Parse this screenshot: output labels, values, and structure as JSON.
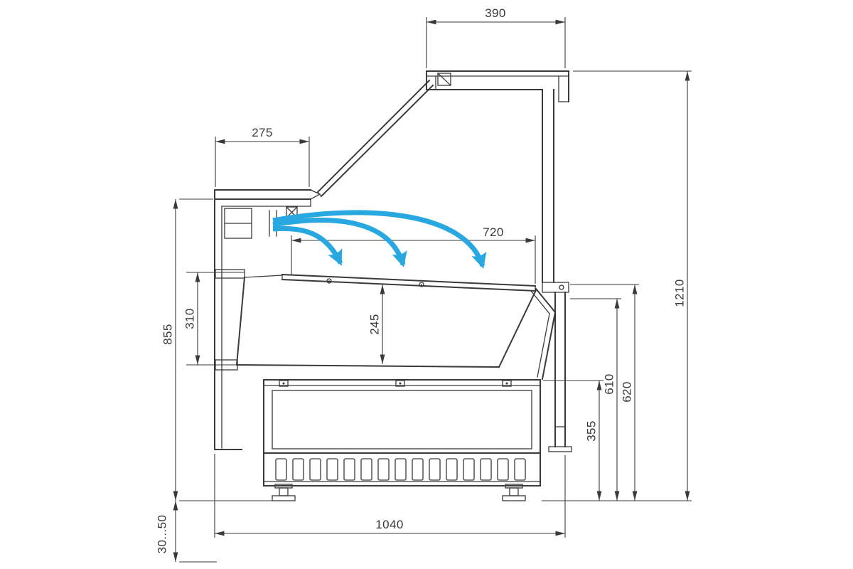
{
  "drawing": {
    "colors": {
      "line": "#3a3a3c",
      "airflow": "#29a7e0",
      "background": "#ffffff"
    },
    "airflow_arrow_count": 3,
    "dimension_labels": {
      "canopy_depth": "390",
      "worktop_depth": "275",
      "deck_length": "720",
      "worktop_height": "855",
      "left_inner_height": "310",
      "well_depth": "245",
      "overall_height": "1210",
      "rear_inner_height": "610",
      "rear_height": "620",
      "base_height": "355",
      "base_width": "1040",
      "foot_adjustment": "30...50"
    }
  }
}
